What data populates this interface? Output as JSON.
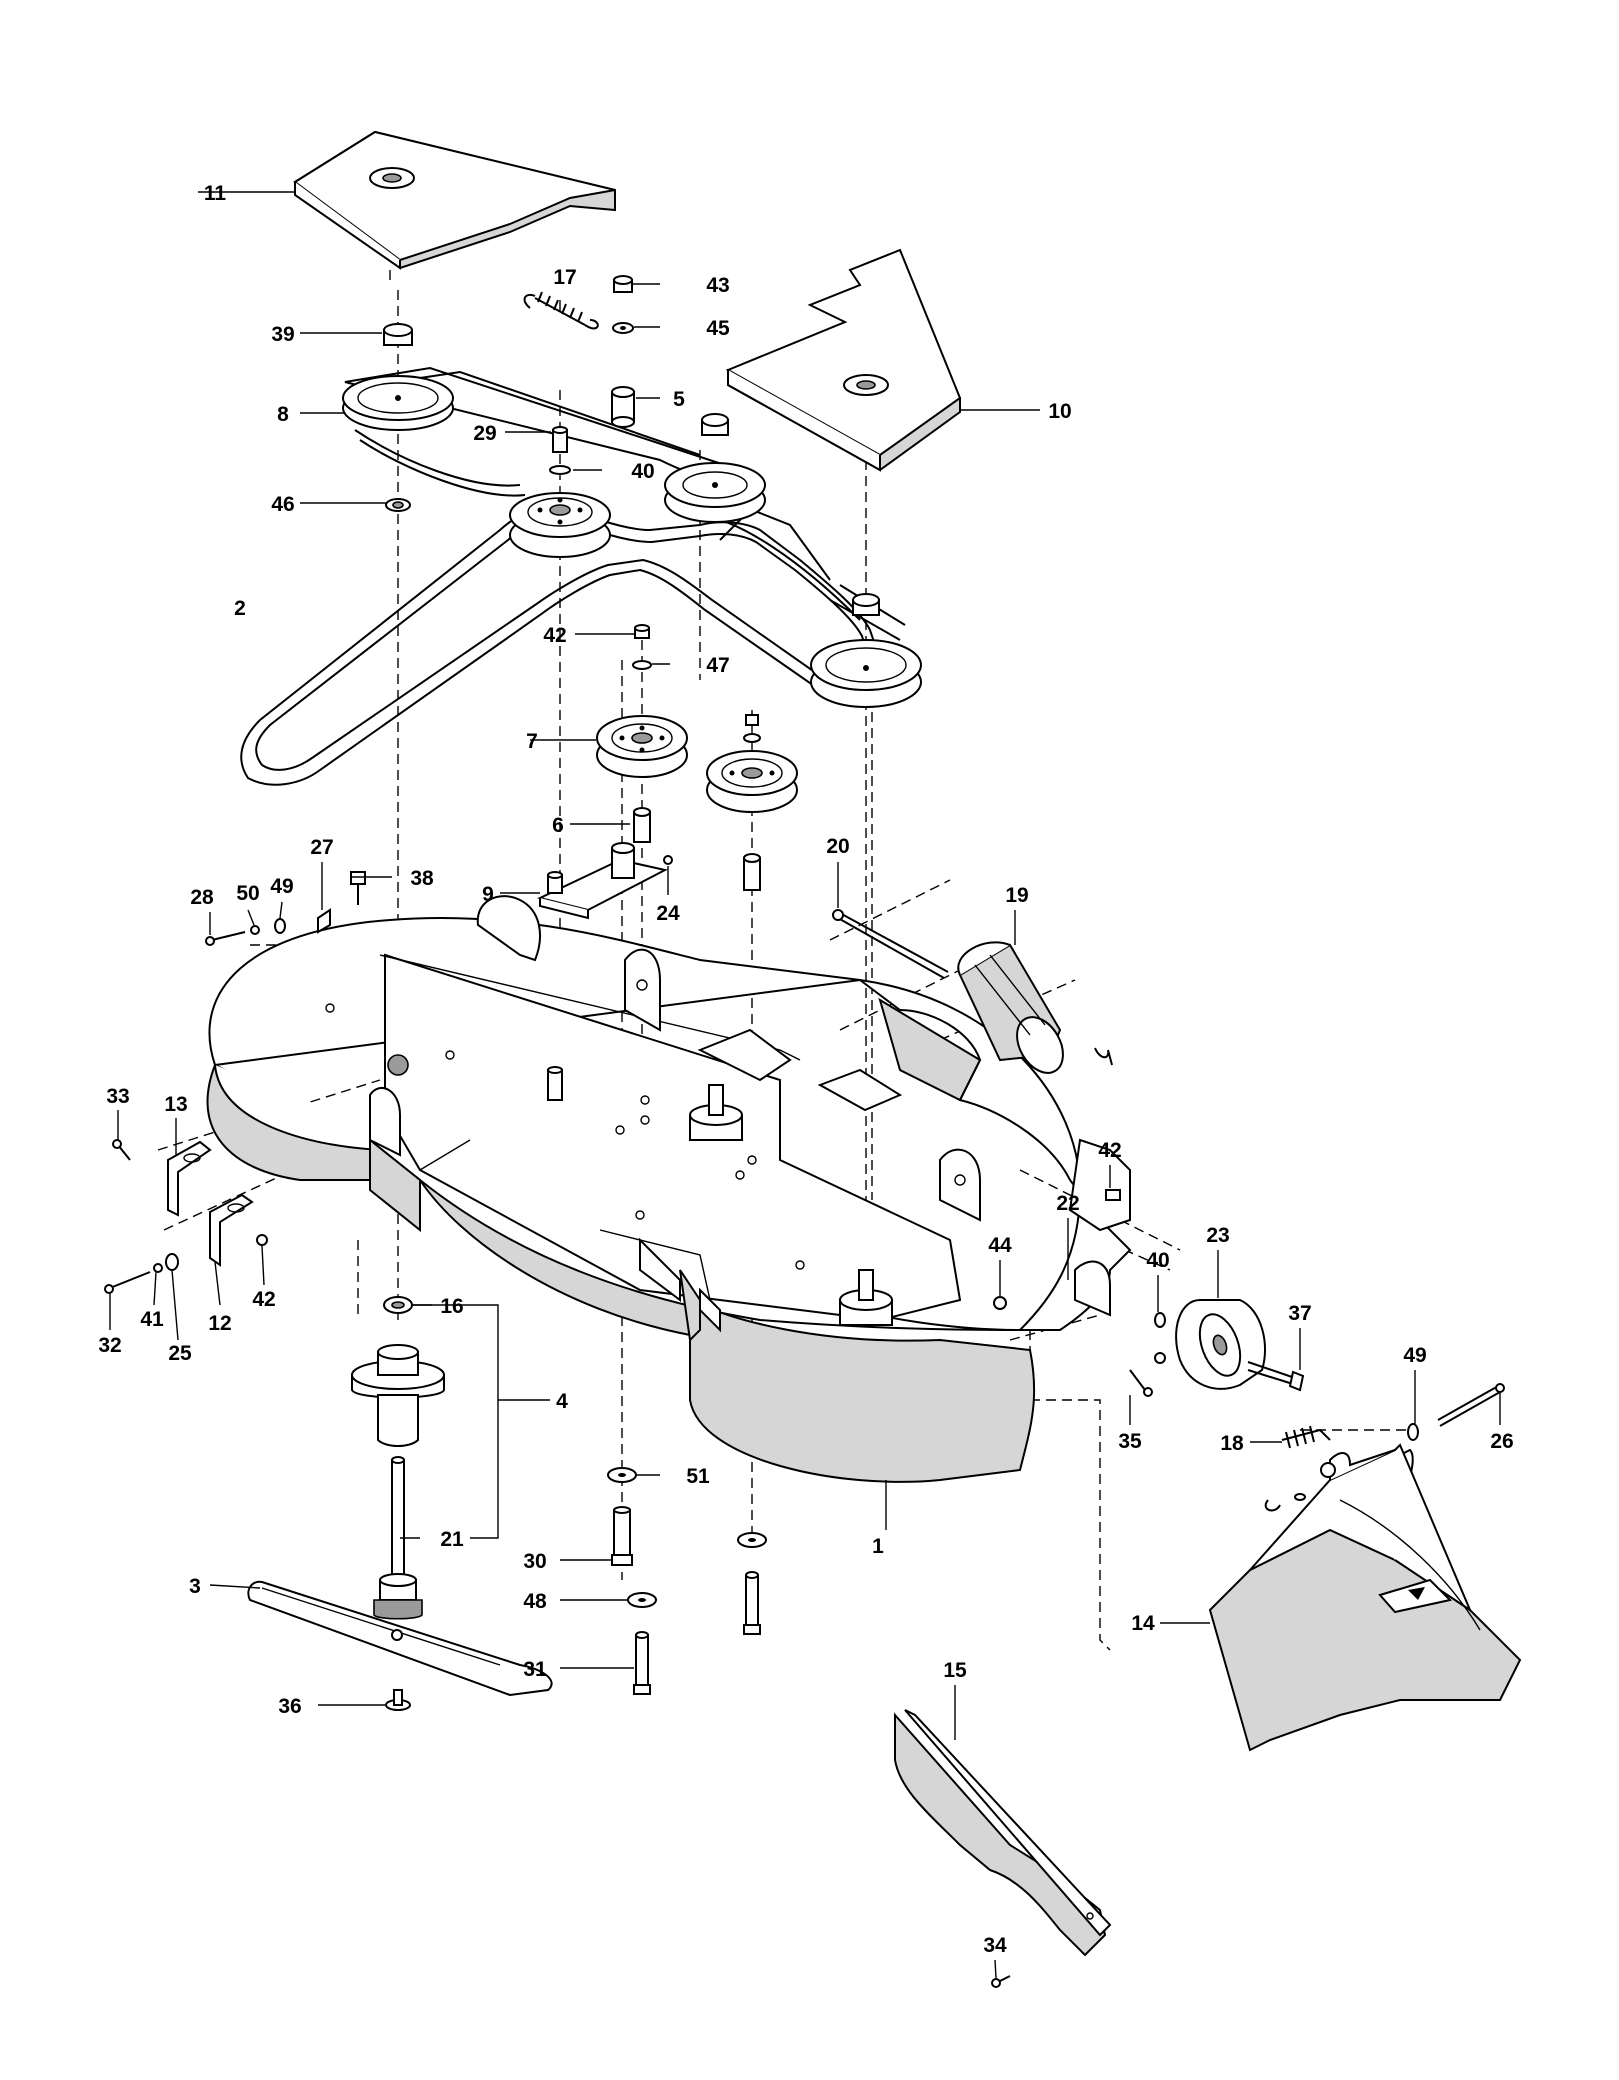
{
  "callouts": [
    {
      "id": "c1",
      "text": "1"
    },
    {
      "id": "c2",
      "text": "2"
    },
    {
      "id": "c3",
      "text": "3"
    },
    {
      "id": "c4",
      "text": "4"
    },
    {
      "id": "c5",
      "text": "5"
    },
    {
      "id": "c6",
      "text": "6"
    },
    {
      "id": "c7",
      "text": "7"
    },
    {
      "id": "c8",
      "text": "8"
    },
    {
      "id": "c9",
      "text": "9"
    },
    {
      "id": "c10",
      "text": "10"
    },
    {
      "id": "c11",
      "text": "11"
    },
    {
      "id": "c12",
      "text": "12"
    },
    {
      "id": "c13",
      "text": "13"
    },
    {
      "id": "c14",
      "text": "14"
    },
    {
      "id": "c15",
      "text": "15"
    },
    {
      "id": "c16",
      "text": "16"
    },
    {
      "id": "c17",
      "text": "17"
    },
    {
      "id": "c18",
      "text": "18"
    },
    {
      "id": "c19",
      "text": "19"
    },
    {
      "id": "c20",
      "text": "20"
    },
    {
      "id": "c21",
      "text": "21"
    },
    {
      "id": "c22",
      "text": "22"
    },
    {
      "id": "c23",
      "text": "23"
    },
    {
      "id": "c24",
      "text": "24"
    },
    {
      "id": "c25",
      "text": "25"
    },
    {
      "id": "c26",
      "text": "26"
    },
    {
      "id": "c27",
      "text": "27"
    },
    {
      "id": "c28",
      "text": "28"
    },
    {
      "id": "c29",
      "text": "29"
    },
    {
      "id": "c30",
      "text": "30"
    },
    {
      "id": "c31",
      "text": "31"
    },
    {
      "id": "c32",
      "text": "32"
    },
    {
      "id": "c33",
      "text": "33"
    },
    {
      "id": "c34",
      "text": "34"
    },
    {
      "id": "c35",
      "text": "35"
    },
    {
      "id": "c36",
      "text": "36"
    },
    {
      "id": "c37",
      "text": "37"
    },
    {
      "id": "c38",
      "text": "38"
    },
    {
      "id": "c39",
      "text": "39"
    },
    {
      "id": "c40a",
      "text": "40"
    },
    {
      "id": "c40b",
      "text": "40"
    },
    {
      "id": "c41",
      "text": "41"
    },
    {
      "id": "c42a",
      "text": "42"
    },
    {
      "id": "c42b",
      "text": "42"
    },
    {
      "id": "c42c",
      "text": "42"
    },
    {
      "id": "c43",
      "text": "43"
    },
    {
      "id": "c44",
      "text": "44"
    },
    {
      "id": "c45",
      "text": "45"
    },
    {
      "id": "c46",
      "text": "46"
    },
    {
      "id": "c47",
      "text": "47"
    },
    {
      "id": "c48",
      "text": "48"
    },
    {
      "id": "c49a",
      "text": "49"
    },
    {
      "id": "c49b",
      "text": "49"
    },
    {
      "id": "c50",
      "text": "50"
    },
    {
      "id": "c51",
      "text": "51"
    }
  ]
}
